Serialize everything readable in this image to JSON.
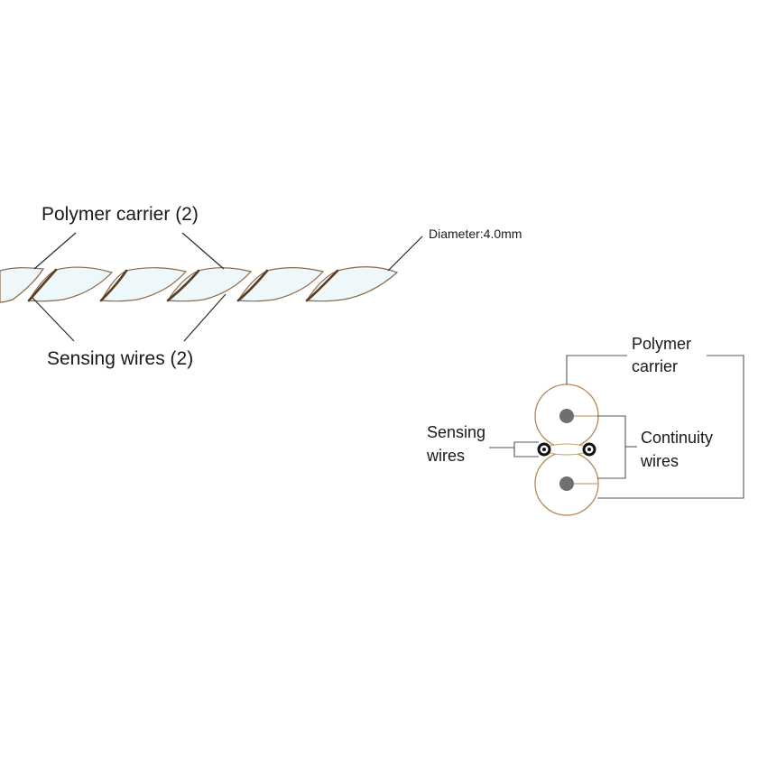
{
  "cable_view": {
    "polymer_carrier_label": "Polymer carrier (2)",
    "sensing_wires_label": "Sensing wires (2)",
    "diameter_label": "Diameter:4.0mm"
  },
  "cross_section": {
    "polymer_carrier_label": [
      "Polymer",
      "carrier"
    ],
    "sensing_wires_label": [
      "Sensing",
      "wires"
    ],
    "continuity_wires_label": [
      "Continuity",
      "wires"
    ]
  },
  "colors": {
    "carrier_fill": "#eef7f9",
    "carrier_outline": "#8a6a48",
    "wire_brown": "#5a3d25",
    "core_gray": "#6f6f6f",
    "sensing_wire_black": "#111111"
  }
}
